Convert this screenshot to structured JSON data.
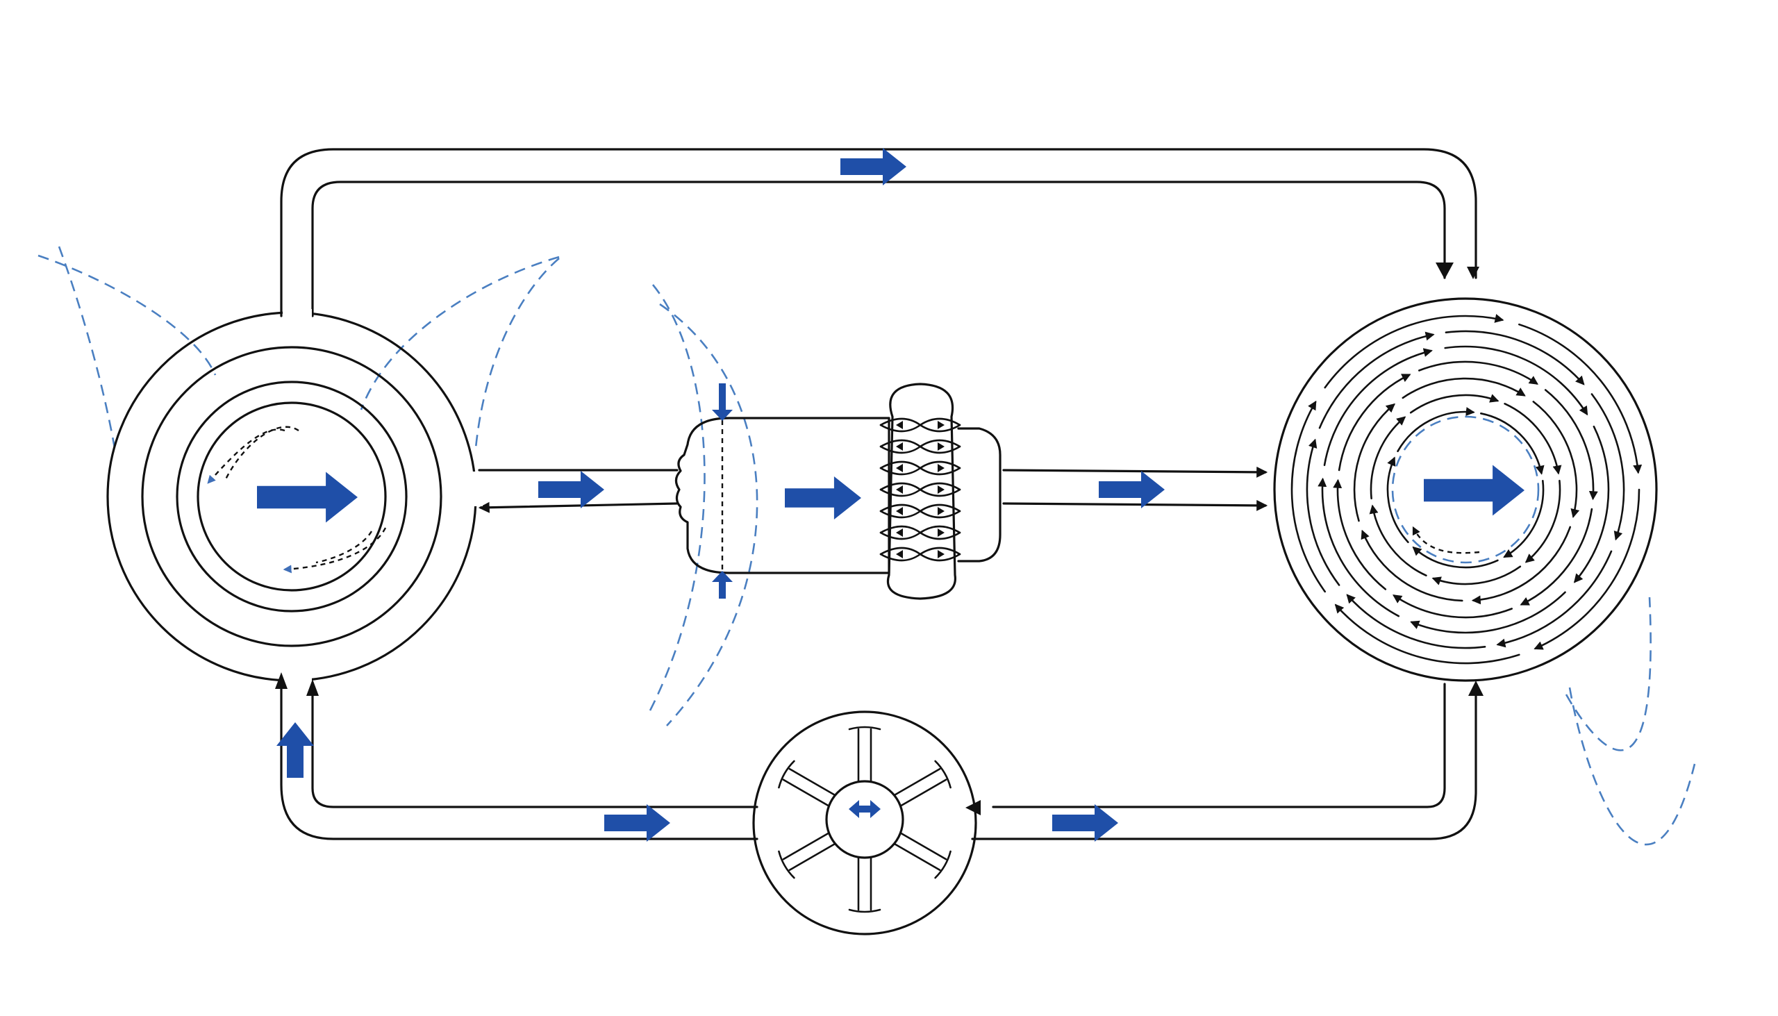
{
  "colors": {
    "line": "#111111",
    "flow_arrow": "#1f4fa8",
    "field_dash": "#4a7fc1",
    "background": "#ffffff"
  },
  "components": [
    {
      "id": "left-vortex-chamber",
      "icon": "concentric-chamber-icon"
    },
    {
      "id": "center-cylinder-unit",
      "icon": "finned-cylinder-icon"
    },
    {
      "id": "right-spiral-chamber",
      "icon": "spiral-chamber-icon"
    },
    {
      "id": "bottom-rotary-valve",
      "icon": "rotary-valve-icon"
    }
  ],
  "connections": [
    {
      "from": "left-vortex-chamber",
      "to": "right-spiral-chamber",
      "route": "top-loop"
    },
    {
      "from": "left-vortex-chamber",
      "to": "center-cylinder-unit",
      "route": "middle"
    },
    {
      "from": "center-cylinder-unit",
      "to": "right-spiral-chamber",
      "route": "middle"
    },
    {
      "from": "right-spiral-chamber",
      "to": "bottom-rotary-valve",
      "route": "bottom-loop"
    },
    {
      "from": "bottom-rotary-valve",
      "to": "left-vortex-chamber",
      "route": "bottom-loop"
    }
  ]
}
